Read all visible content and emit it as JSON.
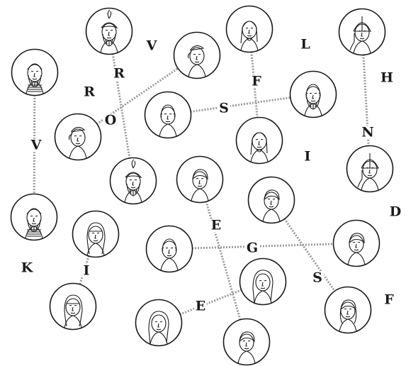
{
  "puzzle": {
    "portraits": [
      {
        "id": "bearded-striped",
        "style": "bearded"
      },
      {
        "id": "turban-bearded-top",
        "style": "turban"
      },
      {
        "id": "cap-man-top",
        "style": "capman"
      },
      {
        "id": "long-hair-top",
        "style": "longhair"
      },
      {
        "id": "helmet-top",
        "style": "helmet"
      },
      {
        "id": "old-man-right",
        "style": "oldman"
      },
      {
        "id": "cap-profile-left",
        "style": "capprofile"
      },
      {
        "id": "gray-hair-center",
        "style": "grayhair"
      },
      {
        "id": "long-hair-center",
        "style": "longhair"
      },
      {
        "id": "helmet-right",
        "style": "helmet"
      },
      {
        "id": "turban-center",
        "style": "turban"
      },
      {
        "id": "boy-center",
        "style": "youth"
      },
      {
        "id": "young-man-right",
        "style": "youth"
      },
      {
        "id": "bearded-striped-lower",
        "style": "bearded"
      },
      {
        "id": "veiled-woman-left",
        "style": "veiled"
      },
      {
        "id": "balding-man",
        "style": "baldman"
      },
      {
        "id": "young-man-lower-right",
        "style": "youth"
      },
      {
        "id": "cloaked-figure",
        "style": "cloaked"
      },
      {
        "id": "veiled-woman-lower",
        "style": "veiled"
      },
      {
        "id": "girl-bottom-right",
        "style": "girl"
      },
      {
        "id": "hooded-figure",
        "style": "cloaked"
      },
      {
        "id": "boy-bottom",
        "style": "youth"
      }
    ],
    "connections": [
      {
        "letter": "V"
      },
      {
        "letter": "R"
      },
      {
        "letter": "O"
      },
      {
        "letter": "V"
      },
      {
        "letter": "F"
      },
      {
        "letter": "S"
      },
      {
        "letter": "N"
      },
      {
        "letter": "E"
      },
      {
        "letter": "S"
      },
      {
        "letter": "I"
      },
      {
        "letter": "G"
      },
      {
        "letter": "E"
      }
    ],
    "loose_letters": [
      {
        "letter": "R"
      },
      {
        "letter": "L"
      },
      {
        "letter": "H"
      },
      {
        "letter": "I"
      },
      {
        "letter": "D"
      },
      {
        "letter": "K"
      },
      {
        "letter": "F"
      }
    ],
    "colors": {
      "ink": "#1a1a1a",
      "wire": "#9a9a9a",
      "paper": "#ffffff"
    }
  }
}
